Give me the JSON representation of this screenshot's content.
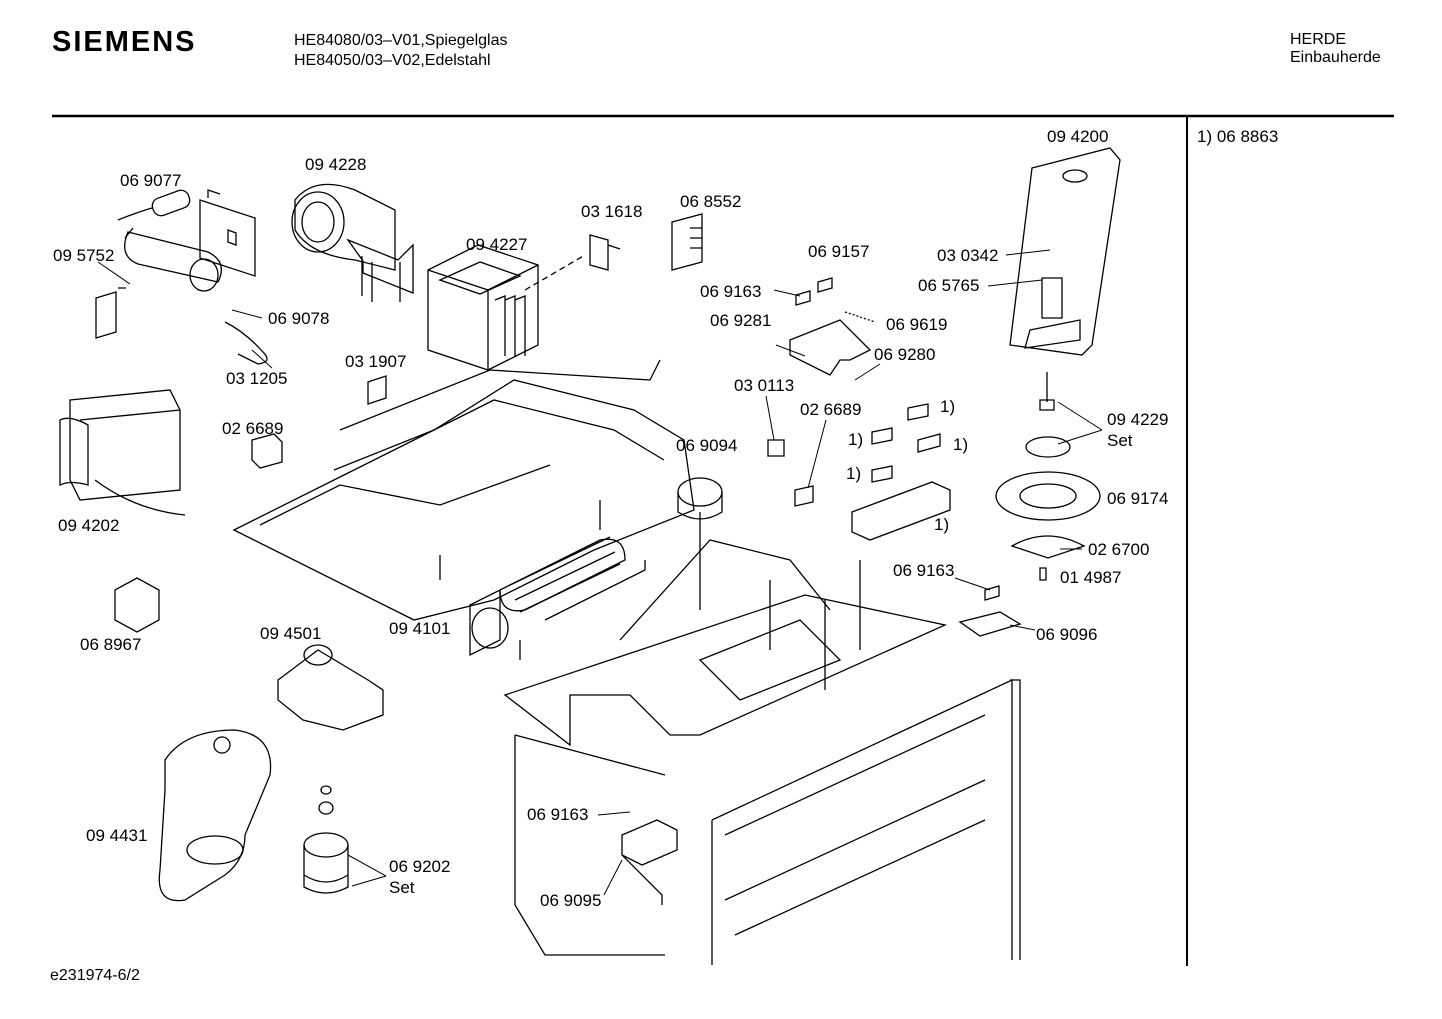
{
  "header": {
    "brand": "SIEMENS",
    "models": [
      "HE84080/03–V01,Spiegelglas",
      "HE84050/03–V02,Edelstahl"
    ],
    "category": [
      "HERDE",
      "Einbauherde"
    ]
  },
  "footnote": "1) 06 8863",
  "doc_id": "e231974-6/2",
  "part_labels": [
    "06 9077",
    "09 4228",
    "09 5752",
    "06 9078",
    "03 1205",
    "09 4227",
    "03 1618",
    "06 8552",
    "06 9157",
    "06 9163",
    "06 9281",
    "06 9619",
    "06 9280",
    "03 1907",
    "02 6689",
    "09 4202",
    "03 0113",
    "02 6689",
    "1)",
    "1)",
    "1)",
    "1)",
    "1)",
    "06 9094",
    "09 4200",
    "03 0342",
    "06 5765",
    "09 4229",
    "Set",
    "06 9174",
    "02 6700",
    "01 4987",
    "06 9163",
    "06 9096",
    "06 8967",
    "09 4501",
    "09 4101",
    "09 4431",
    "06 9202",
    "Set",
    "06 9163",
    "06 9095"
  ]
}
